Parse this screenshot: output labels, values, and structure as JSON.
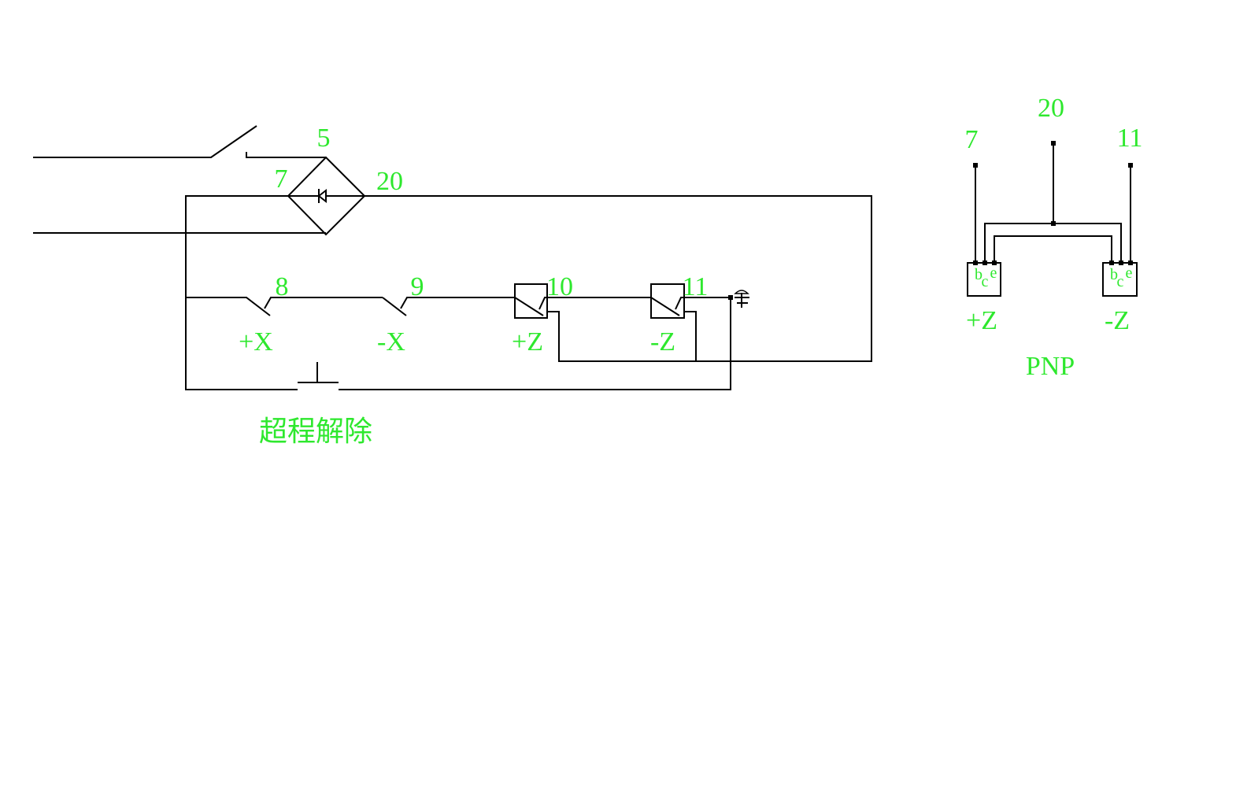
{
  "main_circuit": {
    "nodes": {
      "n5": "5",
      "n7": "7",
      "n20": "20",
      "n8": "8",
      "n9": "9",
      "n10": "10",
      "n11": "11"
    },
    "switches": {
      "plus_x": "+X",
      "minus_x": "-X",
      "plus_z": "+Z",
      "minus_z": "-Z"
    },
    "reset_button_label": "超程解除"
  },
  "sensor_wiring": {
    "terminals": {
      "t7": "7",
      "t20": "20",
      "t11": "11"
    },
    "pins": {
      "b": "b",
      "c": "c",
      "e": "e"
    },
    "sensors": {
      "plus_z": "+Z",
      "minus_z": "-Z"
    },
    "type_label": "PNP"
  },
  "colors": {
    "wire": "#000000",
    "label": "#2ee82e",
    "background": "#ffffff"
  }
}
